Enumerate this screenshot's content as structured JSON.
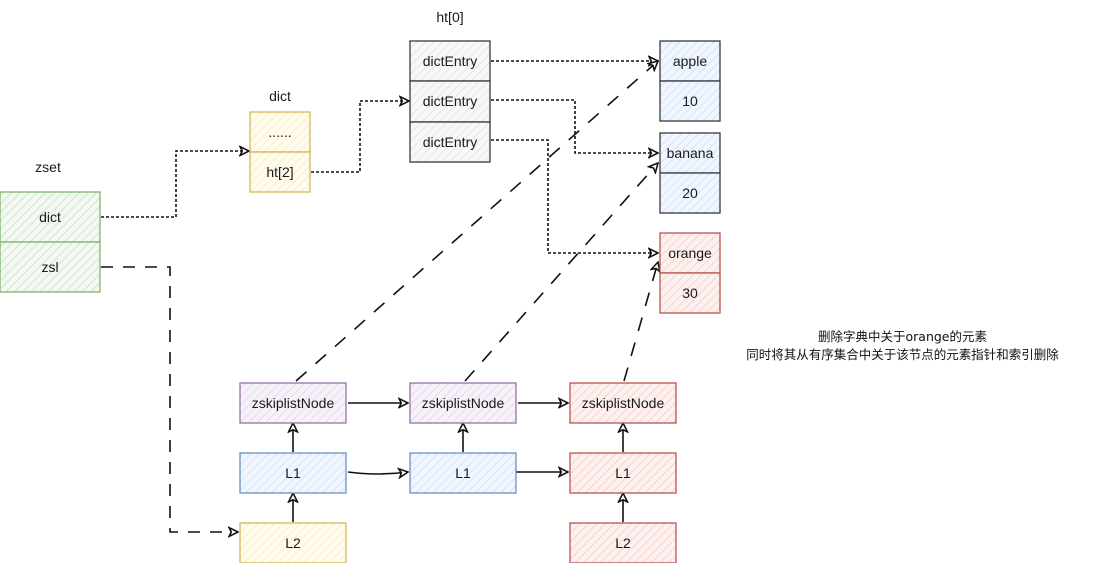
{
  "zset": {
    "title": "zset",
    "fields": [
      "dict",
      "zsl"
    ],
    "color": "#82b366",
    "fill": "#d5e8d4"
  },
  "dict": {
    "title": "dict",
    "fields": [
      "......",
      "ht[2]"
    ],
    "color": "#d6b656",
    "fill": "#fff2cc"
  },
  "ht0": {
    "title": "ht[0]",
    "fields": [
      "dictEntry",
      "dictEntry",
      "dictEntry"
    ],
    "color": "#36393d",
    "fill": "#eeeeee"
  },
  "entries": [
    {
      "key": "apple",
      "value": "10",
      "color": "#36393d",
      "fill": "#dae8fc"
    },
    {
      "key": "banana",
      "value": "20",
      "color": "#36393d",
      "fill": "#dae8fc"
    },
    {
      "key": "orange",
      "value": "30",
      "color": "#b85450",
      "fill": "#f8cecc"
    }
  ],
  "skiplist": {
    "nodes": [
      {
        "label": "zskiplistNode",
        "color": "#9673a6",
        "fill": "#e1d5e7"
      },
      {
        "label": "zskiplistNode",
        "color": "#9673a6",
        "fill": "#e1d5e7"
      },
      {
        "label": "zskiplistNode",
        "color": "#b85450",
        "fill": "#f8cecc"
      }
    ],
    "level1": [
      {
        "label": "L1",
        "color": "#6c8ebf",
        "fill": "#dae8fc"
      },
      {
        "label": "L1",
        "color": "#6c8ebf",
        "fill": "#dae8fc"
      },
      {
        "label": "L1",
        "color": "#b85450",
        "fill": "#f8cecc"
      }
    ],
    "level2": [
      {
        "label": "L2",
        "color": "#d6b656",
        "fill": "#fff2cc"
      },
      {
        "label": "L2",
        "color": "#b85450",
        "fill": "#f8cecc"
      }
    ]
  },
  "note": {
    "line1": "删除字典中关于orange的元素",
    "line2": "同时将其从有序集合中关于该节点的元素指针和索引删除"
  }
}
